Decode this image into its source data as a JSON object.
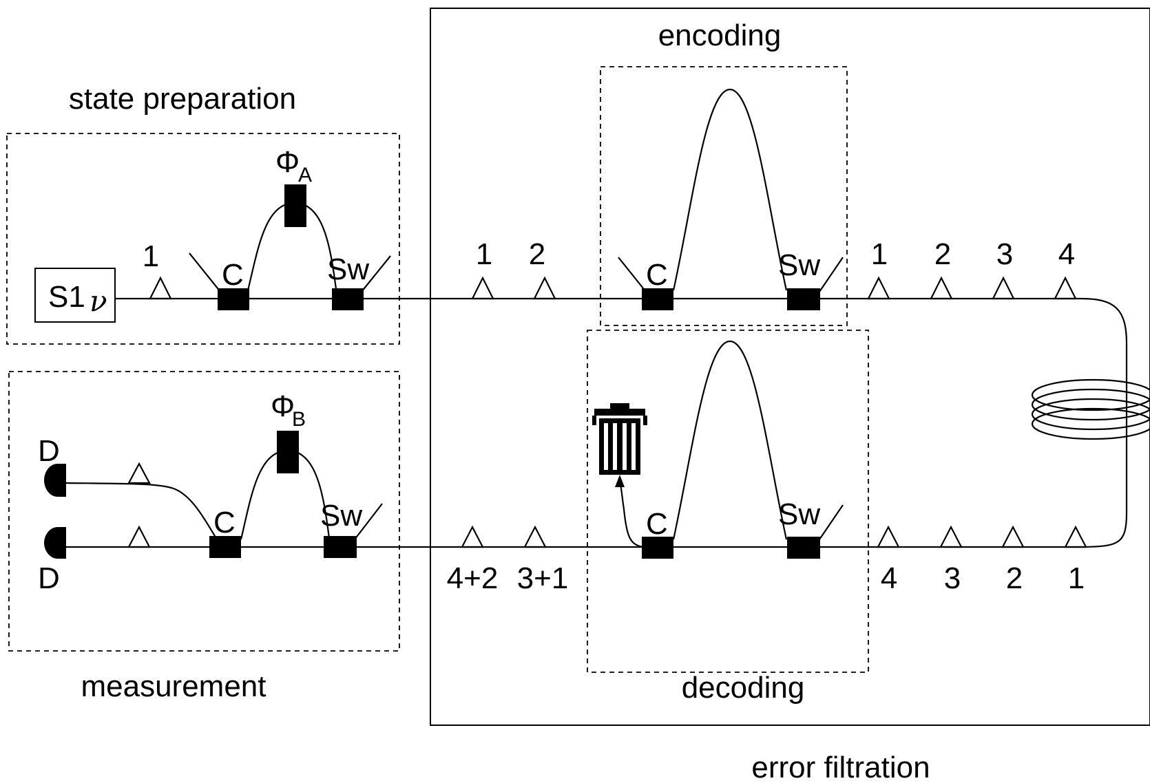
{
  "labels": {
    "encoding": "encoding",
    "state_preparation": "state preparation",
    "measurement": "measurement",
    "decoding": "decoding",
    "error_filtration": "error filtration",
    "source": "S1",
    "source_nu": "ν",
    "coupler": "C",
    "switch": "Sw",
    "phase_symbol": "Φ",
    "phase_a_sub": "A",
    "phase_b_sub": "B",
    "detector": "D"
  },
  "pulse_labels": {
    "prep_top": [
      "1"
    ],
    "ef_top_left": [
      "1",
      "2"
    ],
    "ef_top_right": [
      "1",
      "2",
      "3",
      "4"
    ],
    "ef_bottom_left": [
      "4+2",
      "3+1"
    ],
    "ef_bottom_right": [
      "4",
      "3",
      "2",
      "1"
    ]
  },
  "icons": {
    "trash": "trash-icon",
    "fiber_coil": "fiber-coil-icon",
    "detector": "detector-icon",
    "pulse": "pulse-triangle-icon"
  }
}
